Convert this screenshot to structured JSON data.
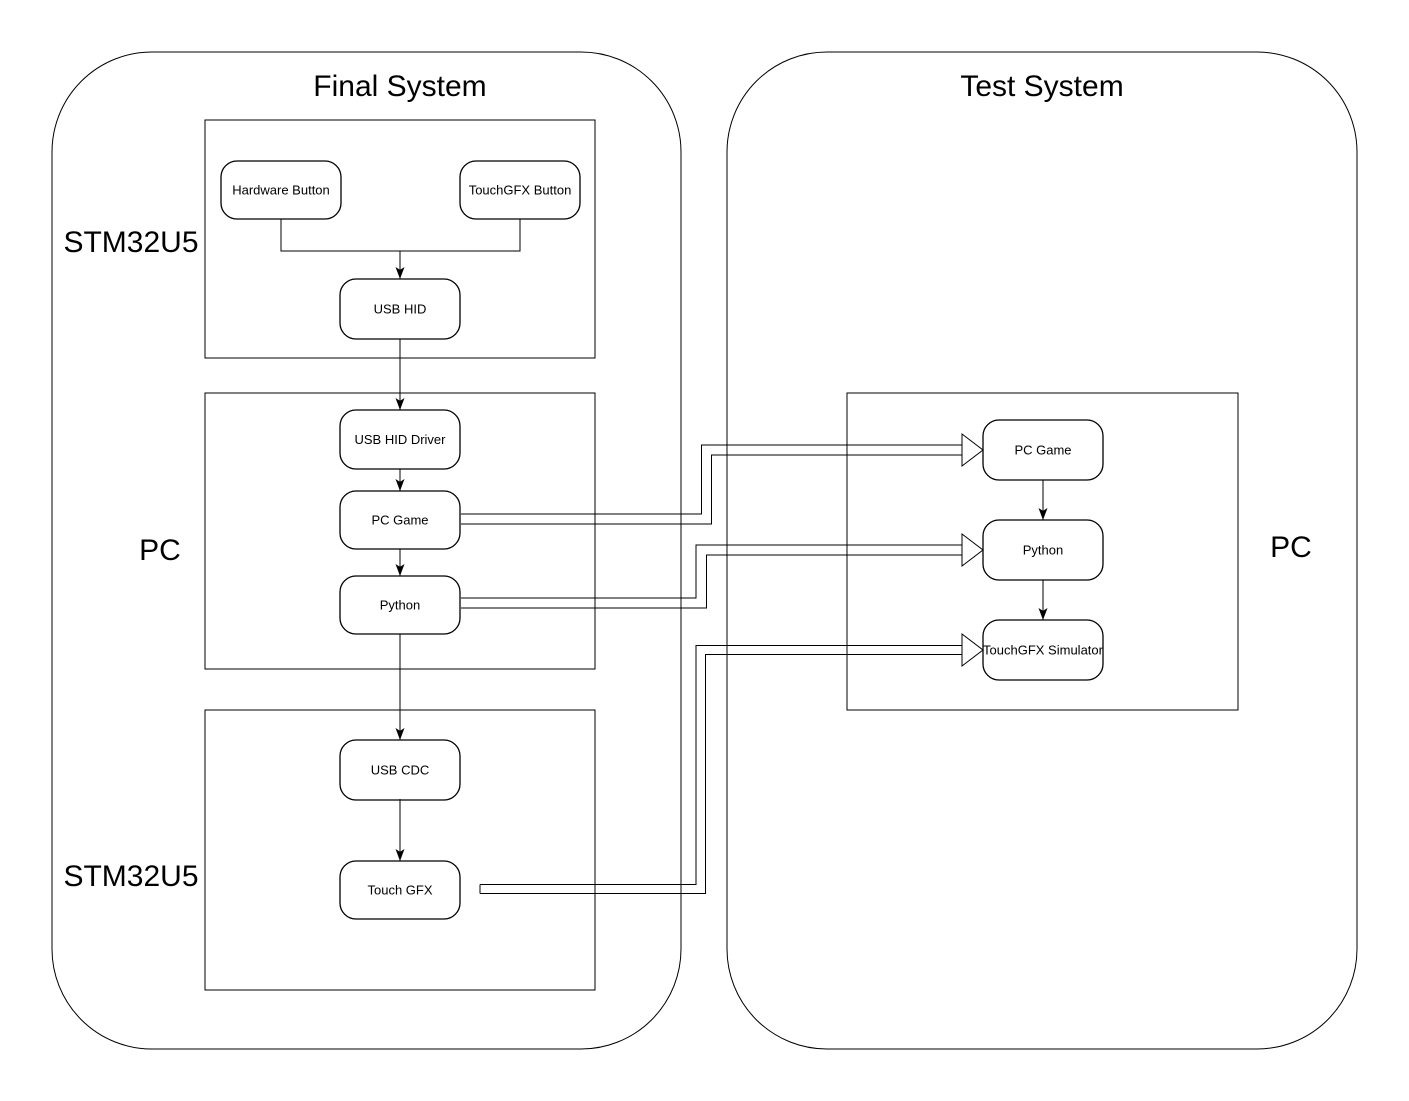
{
  "colors": {
    "background": "#ffffff",
    "line": "#000000",
    "text": "#000000",
    "node_fill": "#ffffff"
  },
  "final_system": {
    "title": "Final System",
    "sections": [
      {
        "label": "STM32U5",
        "nodes": [
          {
            "label": "Hardware Button"
          },
          {
            "label": "TouchGFX Button"
          },
          {
            "label": "USB HID"
          }
        ]
      },
      {
        "label": "PC",
        "nodes": [
          {
            "label": "USB HID Driver"
          },
          {
            "label": "PC Game"
          },
          {
            "label": "Python"
          }
        ]
      },
      {
        "label": "STM32U5",
        "nodes": [
          {
            "label": "USB CDC"
          },
          {
            "label": "Touch GFX"
          }
        ]
      }
    ]
  },
  "test_system": {
    "title": "Test System",
    "sections": [
      {
        "label": "PC",
        "nodes": [
          {
            "label": "PC Game"
          },
          {
            "label": "Python"
          },
          {
            "label": "TouchGFX Simulator"
          }
        ]
      }
    ]
  },
  "connections": {
    "internal_arrows": [
      {
        "from": "Hardware Button",
        "to": "USB HID"
      },
      {
        "from": "TouchGFX Button",
        "to": "USB HID"
      },
      {
        "from": "USB HID",
        "to": "USB HID Driver"
      },
      {
        "from": "USB HID Driver",
        "to": "PC Game"
      },
      {
        "from": "PC Game",
        "to": "Python"
      },
      {
        "from": "Python",
        "to": "USB CDC"
      },
      {
        "from": "USB CDC",
        "to": "Touch GFX"
      },
      {
        "from": "PC Game (test)",
        "to": "Python (test)"
      },
      {
        "from": "Python (test)",
        "to": "TouchGFX Simulator"
      }
    ],
    "cross_system_pipes": [
      {
        "from": "PC Game (final)",
        "to": "PC Game (test)"
      },
      {
        "from": "Python (final)",
        "to": "Python (test)"
      },
      {
        "from": "Touch GFX (final)",
        "to": "TouchGFX Simulator (test)"
      }
    ]
  }
}
